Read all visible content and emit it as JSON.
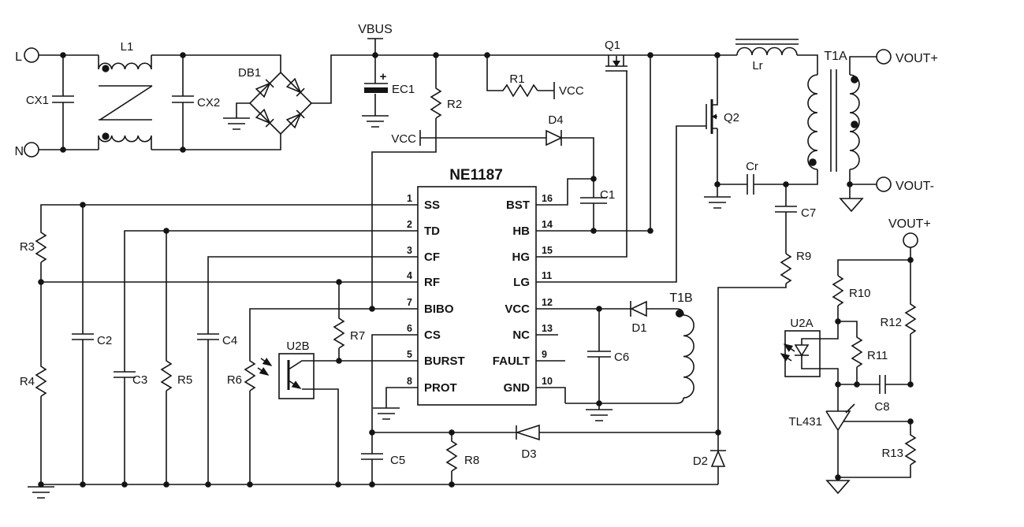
{
  "ic": {
    "name": "NE1187",
    "left_pins": [
      {
        "num": "1",
        "name": "SS"
      },
      {
        "num": "2",
        "name": "TD"
      },
      {
        "num": "3",
        "name": "CF"
      },
      {
        "num": "4",
        "name": "RF"
      },
      {
        "num": "7",
        "name": "BIBO"
      },
      {
        "num": "6",
        "name": "CS"
      },
      {
        "num": "5",
        "name": "BURST"
      },
      {
        "num": "8",
        "name": "PROT"
      }
    ],
    "right_pins": [
      {
        "num": "16",
        "name": "BST"
      },
      {
        "num": "14",
        "name": "HB"
      },
      {
        "num": "15",
        "name": "HG"
      },
      {
        "num": "11",
        "name": "LG"
      },
      {
        "num": "12",
        "name": "VCC"
      },
      {
        "num": "13",
        "name": "NC"
      },
      {
        "num": "9",
        "name": "FAULT"
      },
      {
        "num": "10",
        "name": "GND"
      }
    ]
  },
  "terminals": {
    "l": "L",
    "n": "N",
    "vbus": "VBUS",
    "vout_plus": "VOUT+",
    "vout_minus": "VOUT-",
    "vout_plus2": "VOUT+"
  },
  "supplies": {
    "vcc_r1": "VCC",
    "vcc_d4": "VCC"
  },
  "labels": {
    "cx1": "CX1",
    "l1": "L1",
    "cx2": "CX2",
    "db1": "DB1",
    "ec1": "EC1",
    "ec1_plus": "+",
    "r1": "R1",
    "r2": "R2",
    "d4": "D4",
    "c1": "C1",
    "q1": "Q1",
    "q2": "Q2",
    "lr": "Lr",
    "t1a": "T1A",
    "cr": "Cr",
    "c7": "C7",
    "r9": "R9",
    "r3": "R3",
    "r4": "R4",
    "c2": "C2",
    "c3": "C3",
    "r5": "R5",
    "c4": "C4",
    "r6": "R6",
    "u2b": "U2B",
    "r7": "R7",
    "d1": "D1",
    "t1b": "T1B",
    "c6": "C6",
    "c5": "C5",
    "r8": "R8",
    "d3": "D3",
    "d2": "D2",
    "r10": "R10",
    "r12": "R12",
    "u2a": "U2A",
    "r11": "R11",
    "c8": "C8",
    "tl431": "TL431",
    "r13": "R13"
  }
}
